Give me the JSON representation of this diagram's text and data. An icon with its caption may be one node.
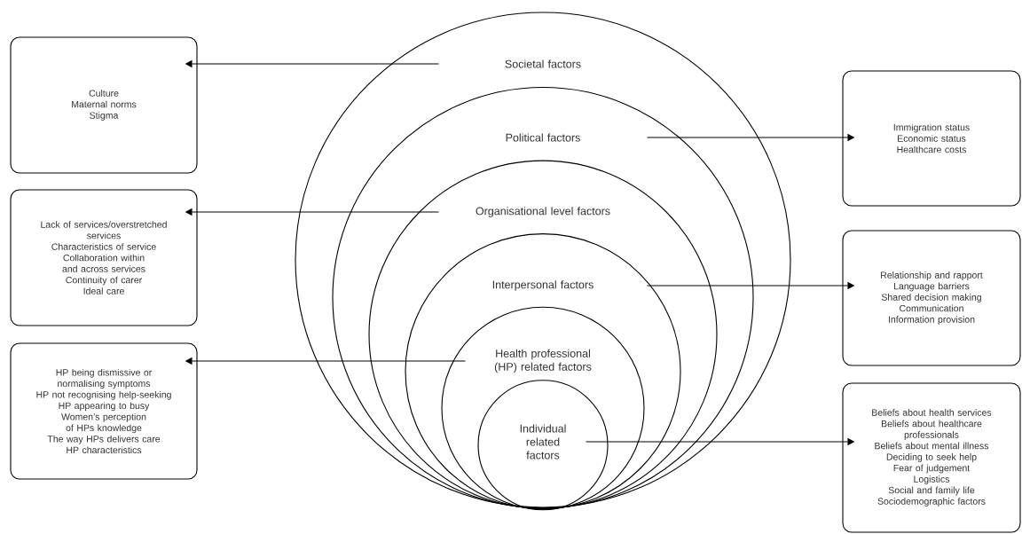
{
  "diagram": {
    "nodes": [
      {
        "text": [
          "Societal factors"
        ]
      },
      {
        "text": [
          "Political factors"
        ],
        "in": 0
      },
      {
        "text": [
          "Organisational level factors"
        ],
        "in": 1
      },
      {
        "text": [
          "Interpersonal factors"
        ],
        "in": 2
      },
      {
        "text": [
          "Health professional (HP) related factors"
        ],
        "in": 3
      },
      {
        "text": [
          "Individual related factors"
        ],
        "in": 4
      },
      {
        "text": [
          "Culture",
          "Maternal norms",
          "Stigma"
        ]
      },
      {
        "text": [
          "Lack of services/overstretched services",
          "Characteristics of service",
          "Collaboration within and across services",
          "Continuity of carer",
          "Ideal care"
        ]
      },
      {
        "text": [
          "HP being dismissive or normalising symptoms",
          "HP not recognising help-seeking",
          "HP appearing to busy",
          "Women’s perception of HPs knowledge",
          "The way HPs delivers care",
          "HP characteristics"
        ]
      },
      {
        "text": [
          "Immigration status",
          "Economic status",
          "Healthcare costs"
        ]
      },
      {
        "text": [
          "Relationship and rapport",
          "Language barriers",
          "Shared decision making",
          "Communication",
          "Information provision"
        ]
      },
      {
        "text": [
          "Beliefs about health services",
          "Beliefs about healthcare professionals",
          "Beliefs about mental illness",
          "Deciding to seek help",
          "Fear of judgement",
          "Logistics",
          "Social and family life",
          "Sociodemographic factors"
        ]
      }
    ],
    "edges": [
      {
        "from": 0,
        "to": 6,
        "arrow": "to"
      },
      {
        "from": 1,
        "to": 9,
        "arrow": "to"
      },
      {
        "from": 2,
        "to": 7,
        "arrow": "to"
      },
      {
        "from": 3,
        "to": 10,
        "arrow": "to"
      },
      {
        "from": 4,
        "to": 8,
        "arrow": "to"
      },
      {
        "from": 5,
        "to": 11,
        "arrow": "to"
      }
    ]
  }
}
